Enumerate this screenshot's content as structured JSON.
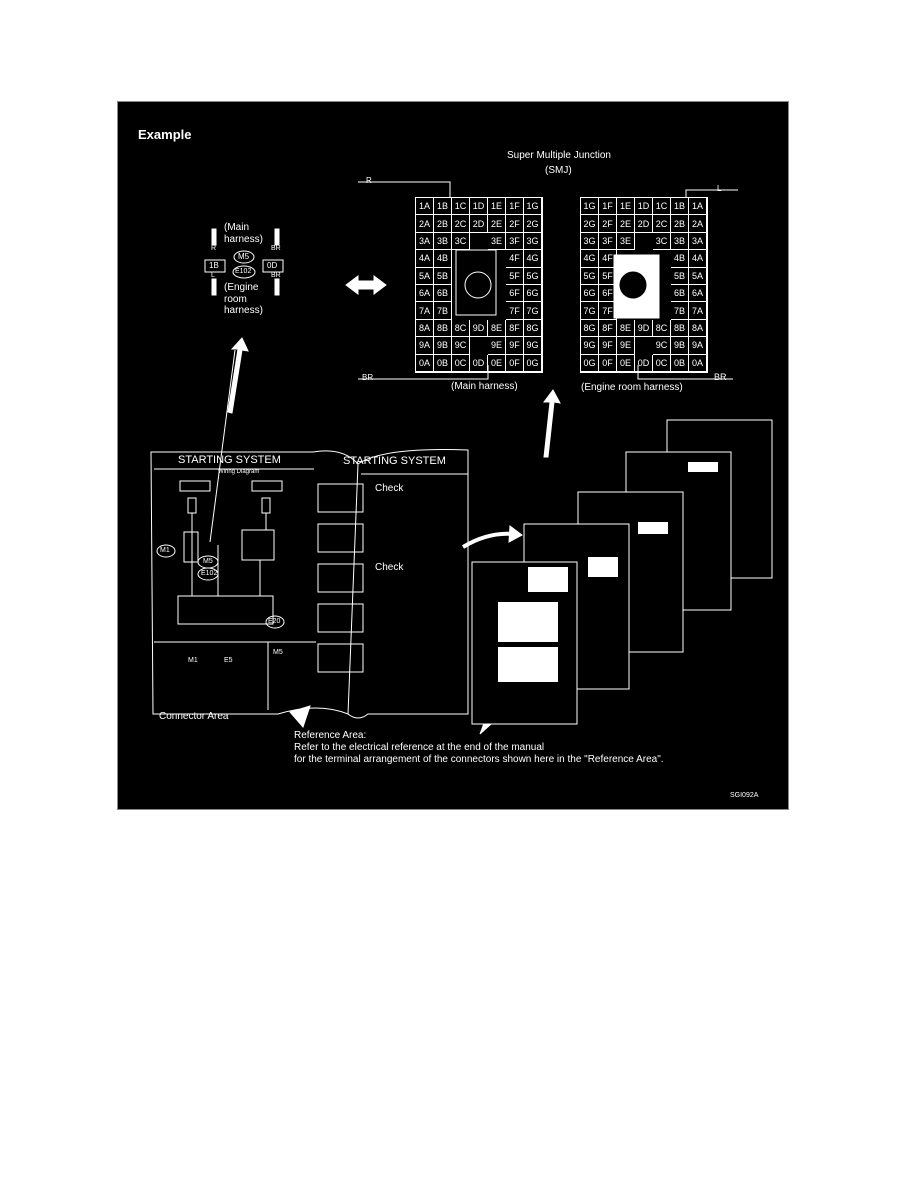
{
  "title": "Example",
  "smj": {
    "title": "Super Multiple Junction",
    "abbr": "(SMJ)",
    "main_label": "(Main harness)",
    "engine_label": "(Engine room harness)",
    "wire_r": "R",
    "wire_br_main": "BR",
    "wire_l": "L",
    "wire_br_engine": "BR",
    "main_rows": [
      [
        "1A",
        "1B",
        "1C",
        "1D",
        "1E",
        "1F",
        "1G"
      ],
      [
        "2A",
        "2B",
        "2C",
        "2D",
        "2E",
        "2F",
        "2G"
      ],
      [
        "3A",
        "3B",
        "3C",
        "",
        "3E",
        "3F",
        "3G"
      ],
      [
        "4A",
        "4B",
        "",
        "",
        "",
        "4F",
        "4G"
      ],
      [
        "5A",
        "5B",
        "",
        "",
        "",
        "5F",
        "5G"
      ],
      [
        "6A",
        "6B",
        "",
        "",
        "",
        "6F",
        "6G"
      ],
      [
        "7A",
        "7B",
        "",
        "",
        "",
        "7F",
        "7G"
      ],
      [
        "8A",
        "8B",
        "8C",
        "9D",
        "8E",
        "8F",
        "8G"
      ],
      [
        "9A",
        "9B",
        "9C",
        "",
        "9E",
        "9F",
        "9G"
      ],
      [
        "0A",
        "0B",
        "0C",
        "0D",
        "0E",
        "0F",
        "0G"
      ]
    ],
    "engine_rows": [
      [
        "1G",
        "1F",
        "1E",
        "1D",
        "1C",
        "1B",
        "1A"
      ],
      [
        "2G",
        "2F",
        "2E",
        "2D",
        "2C",
        "2B",
        "2A"
      ],
      [
        "3G",
        "3F",
        "3E",
        "",
        "3C",
        "3B",
        "3A"
      ],
      [
        "4G",
        "4F",
        "",
        "",
        "",
        "4B",
        "4A"
      ],
      [
        "5G",
        "5F",
        "",
        "",
        "",
        "5B",
        "5A"
      ],
      [
        "6G",
        "6F",
        "",
        "",
        "",
        "6B",
        "6A"
      ],
      [
        "7G",
        "7F",
        "",
        "",
        "",
        "7B",
        "7A"
      ],
      [
        "8G",
        "8F",
        "8E",
        "9D",
        "8C",
        "8B",
        "8A"
      ],
      [
        "9G",
        "9F",
        "9E",
        "",
        "9C",
        "9B",
        "9A"
      ],
      [
        "0G",
        "0F",
        "0E",
        "0D",
        "0C",
        "0B",
        "0A"
      ]
    ]
  },
  "connector": {
    "main": "(Main\nharness)",
    "engine": "(Engine\nroom\nharness)",
    "m5": "M5",
    "e102": "E102",
    "pin_left": "1B",
    "pin_right": "0D",
    "r": "R",
    "br_top": "BR",
    "l": "L",
    "br_bottom": "BR"
  },
  "book": {
    "left_title": "STARTING SYSTEM",
    "right_title": "STARTING SYSTEM",
    "subtitle": "Wiring Diagram",
    "check1": "Check",
    "check2": "Check",
    "m1": "M1",
    "m5": "M5",
    "e102": "E102",
    "e20": "E20",
    "m1b": "M1",
    "e5": "E5",
    "m5b": "M5"
  },
  "connector_area": "Connector Area",
  "reference": {
    "heading": "Reference Area:",
    "line1": "Refer to the electrical reference at the end of the manual",
    "line2": "for the terminal arrangement of the connectors shown here in the \"Reference Area\"."
  },
  "figure_code": "SGI092A"
}
